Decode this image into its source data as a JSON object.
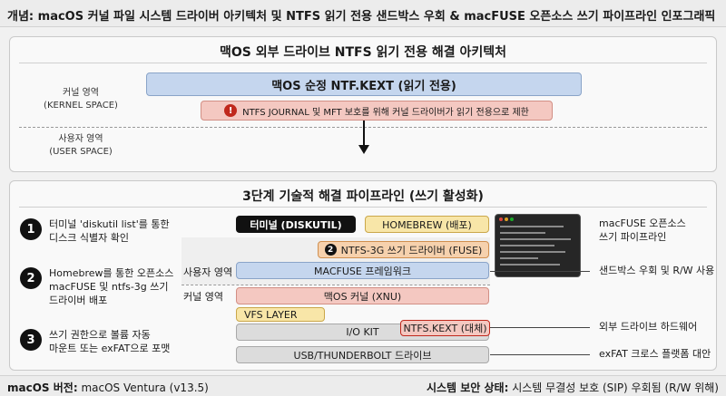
{
  "header": {
    "title": "개념: macOS 커널 파일 시스템 드라이버 아키텍처 및 NTFS 읽기 전용 샌드박스 우회 & macFUSE 오픈소스 쓰기 파이프라인 인포그래픽"
  },
  "top_panel": {
    "title": "맥OS 외부 드라이브 NTFS 읽기 전용 해결 아키텍처",
    "kernel_label_1": "커널 영역",
    "kernel_label_2": "(KERNEL SPACE)",
    "user_label_1": "사용자 영역",
    "user_label_2": "(USER SPACE)",
    "kext_box": "맥OS 순정 NTF.KEXT (읽기 전용)",
    "warning_box": "NTFS JOURNAL 및 MFT 보호를 위해 커널 드라이버가 읽기 전용으로 제한",
    "warning_icon": "!"
  },
  "bottom_panel": {
    "title": "3단계 기술적 해결 파이프라인 (쓰기 활성화)",
    "steps": [
      {
        "num": "1",
        "line1": "터미널 'diskutil list'를 통한",
        "line2": "디스크 식별자 확인",
        "line3": ""
      },
      {
        "num": "2",
        "line1": "Homebrew를 통한 오픈소스",
        "line2": "macFUSE 및 ntfs-3g 쓰기",
        "line3": "드라이버 배포"
      },
      {
        "num": "3",
        "line1": "쓰기 권한으로 볼륨 자동",
        "line2": "마운트 또는 exFAT으로 포맷",
        "line3": ""
      }
    ],
    "diagram": {
      "terminal": "터미널 (DISKUTIL)",
      "homebrew": "HOMEBREW (배포)",
      "ntfs3g_num": "2",
      "ntfs3g": "NTFS-3G 쓰기 드라이버 (FUSE)",
      "user_area": "사용자 영역",
      "macfuse": "MACFUSE 프레임워크",
      "kernel_area": "커널 영역",
      "xnu": "맥OS 커널 (XNU)",
      "vfs": "VFS LAYER",
      "iokit": "I/O KIT",
      "ntfskext": "NTFS.KEXT (대체)",
      "usb": "USB/THUNDERBOLT 드라이브"
    },
    "right_labels": {
      "macfuse_1": "macFUSE 오픈소스",
      "macfuse_2": "쓰기 파이프라인",
      "sandbox": "샌드박스 우회 및 R/W 사용",
      "external": "외부 드라이브 하드웨어",
      "exfat": "exFAT 크로스 플랫폼 대안"
    }
  },
  "footer": {
    "version_label": "macOS 버전:",
    "version_value": "macOS Ventura (v13.5)",
    "security_label": "시스템 보안 상태:",
    "security_value": "시스템 무결성 보호 (SIP) 우회됨 (R/W 위해)"
  },
  "colors": {
    "blue_box": "#c5d6ee",
    "red_box": "#f4c8c1",
    "orange_box": "#f6d1ad",
    "yellow_box": "#f8e6a8",
    "grey_box": "#dcdcdc"
  }
}
